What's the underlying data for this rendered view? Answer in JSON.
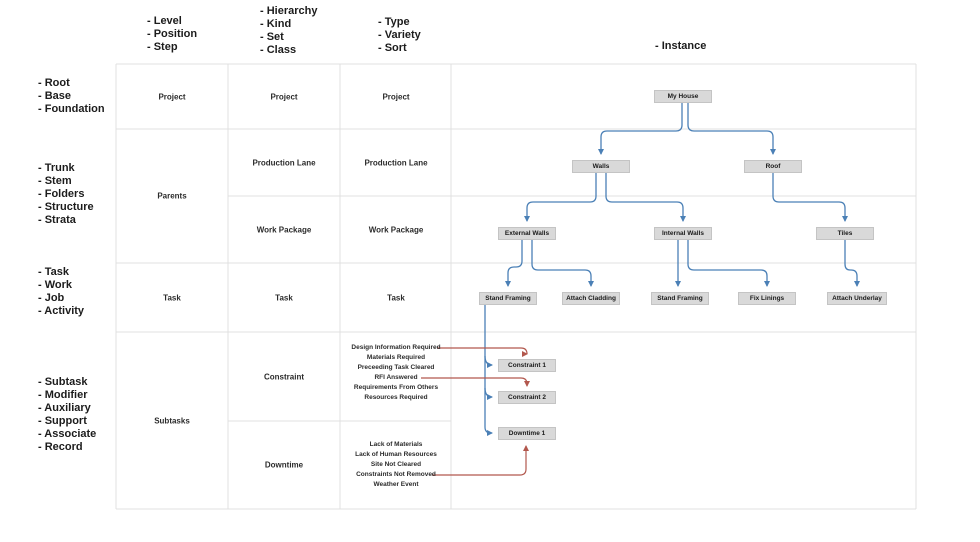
{
  "colors": {
    "connector_blue": "#4b80b6",
    "connector_red": "#b2584e",
    "grid_line": "#e0e0e0",
    "node_fill": "#d9d9d9"
  },
  "headers": {
    "level": [
      "- Level",
      "- Position",
      "- Step"
    ],
    "hierarchy": [
      "- Hierarchy",
      "- Kind",
      "- Set",
      "- Class"
    ],
    "type": [
      "- Type",
      "- Variety",
      "- Sort"
    ],
    "instance": "- Instance"
  },
  "row_labels": {
    "root": [
      "- Root",
      "- Base",
      "- Foundation"
    ],
    "parents": [
      "- Trunk",
      "- Stem",
      "- Folders",
      "- Structure",
      "- Strata"
    ],
    "task": [
      "- Task",
      "- Work",
      "- Job",
      "- Activity"
    ],
    "subtasks": [
      "- Subtask",
      "- Modifier",
      "- Auxiliary",
      "- Support",
      "- Associate",
      "- Record"
    ]
  },
  "cells": {
    "level": {
      "project": "Project",
      "parents": "Parents",
      "task": "Task",
      "subtasks": "Subtasks"
    },
    "hierarchy": {
      "project": "Project",
      "production_lane": "Production Lane",
      "work_package": "Work Package",
      "task": "Task",
      "constraint": "Constraint",
      "downtime": "Downtime"
    },
    "type": {
      "project": "Project",
      "production_lane": "Production Lane",
      "work_package": "Work Package",
      "task": "Task"
    }
  },
  "constraint_items": [
    "Design Information Required",
    "Materials Required",
    "Preceeding Task Cleared",
    "RFI Answered",
    "Requirements From Others",
    "Resources Required"
  ],
  "downtime_items": [
    "Lack of Materials",
    "Lack of Human Resources",
    "Site Not Cleared",
    "Constraints Not Removed",
    "Weather Event"
  ],
  "tree": {
    "my_house": "My House",
    "walls": "Walls",
    "roof": "Roof",
    "external_walls": "External Walls",
    "internal_walls": "Internal Walls",
    "tiles": "Tiles",
    "stand_framing_1": "Stand Framing",
    "attach_cladding": "Attach Cladding",
    "stand_framing_2": "Stand Framing",
    "fix_linings": "Fix Linings",
    "attach_underlay": "Attach Underlay",
    "constraint_1": "Constraint 1",
    "constraint_2": "Constraint 2",
    "downtime_1": "Downtime 1"
  }
}
